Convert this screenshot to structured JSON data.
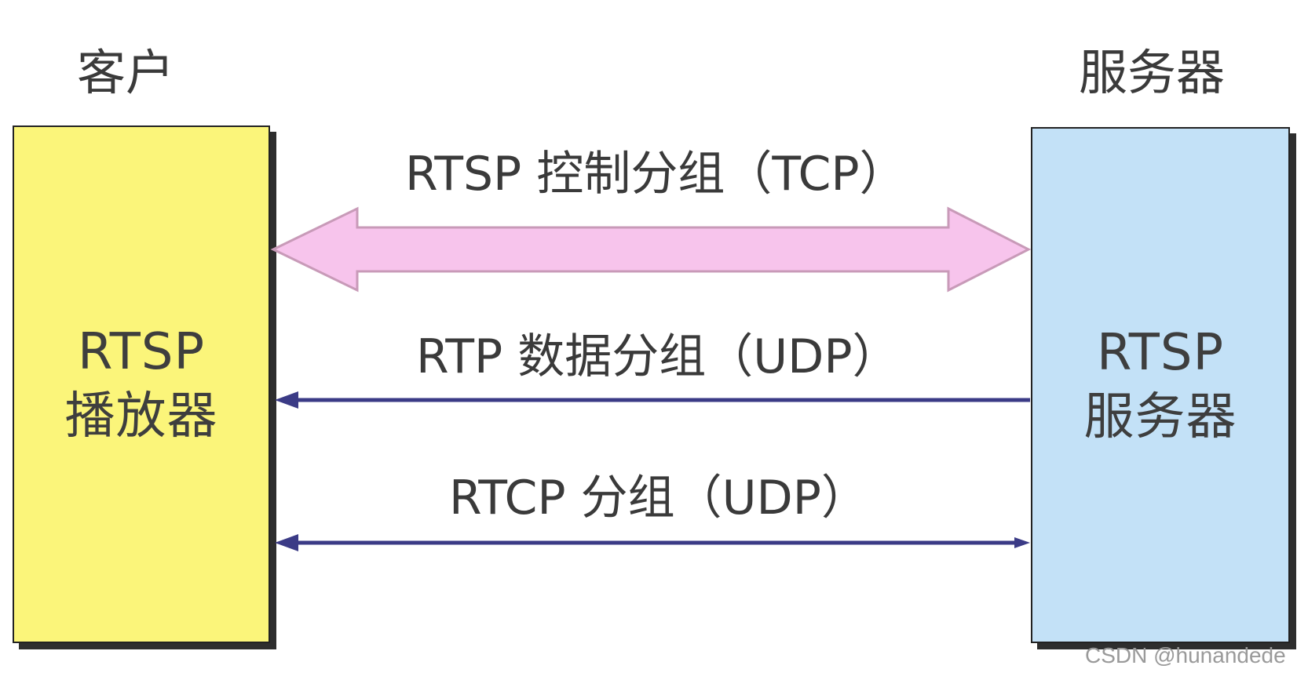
{
  "client": {
    "heading": "客户",
    "box_line1": "RTSP",
    "box_line2": "播放器"
  },
  "server": {
    "heading": "服务器",
    "box_line1": "RTSP",
    "box_line2": "服务器"
  },
  "channels": {
    "rtsp_control": "RTSP 控制分组（TCP）",
    "rtp_data": "RTP 数据分组（UDP）",
    "rtcp": "RTCP 分组（UDP）"
  },
  "watermark": "CSDN @hunandede",
  "colors": {
    "client_box": "#fbf57a",
    "server_box": "#c3e1f7",
    "tcp_arrow_fill": "#f7c4ec",
    "tcp_arrow_stroke": "#c89ab8",
    "udp_arrow": "#3b3b86"
  }
}
